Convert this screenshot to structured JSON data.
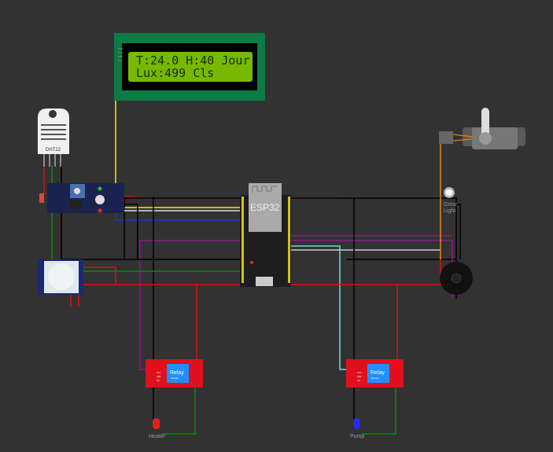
{
  "lcd": {
    "line1": "T:24.0 H:40 Jour",
    "line2": "Lux:499 Cls",
    "pins": [
      "GND",
      "VCC",
      "SDA",
      "SCL"
    ]
  },
  "dht": {
    "label": "DHT22"
  },
  "esp": {
    "label": "ESP32"
  },
  "grow_light": {
    "label1": "Grow",
    "label2": "Light"
  },
  "relay1": {
    "title": "Relay",
    "subtitle": "Module",
    "pins": [
      "VCC",
      "GND",
      "IN"
    ]
  },
  "relay2": {
    "title": "Relay",
    "subtitle": "Module",
    "pins": [
      "VCC",
      "GND",
      "IN"
    ]
  },
  "heater": {
    "label": "Heater"
  },
  "pump": {
    "label": "Pump"
  },
  "colors": {
    "background": "#323232",
    "lcd_board": "#0b7a45",
    "lcd_screen": "#76b900",
    "relay": "#e0101c",
    "esp": "#1e1e1e"
  }
}
